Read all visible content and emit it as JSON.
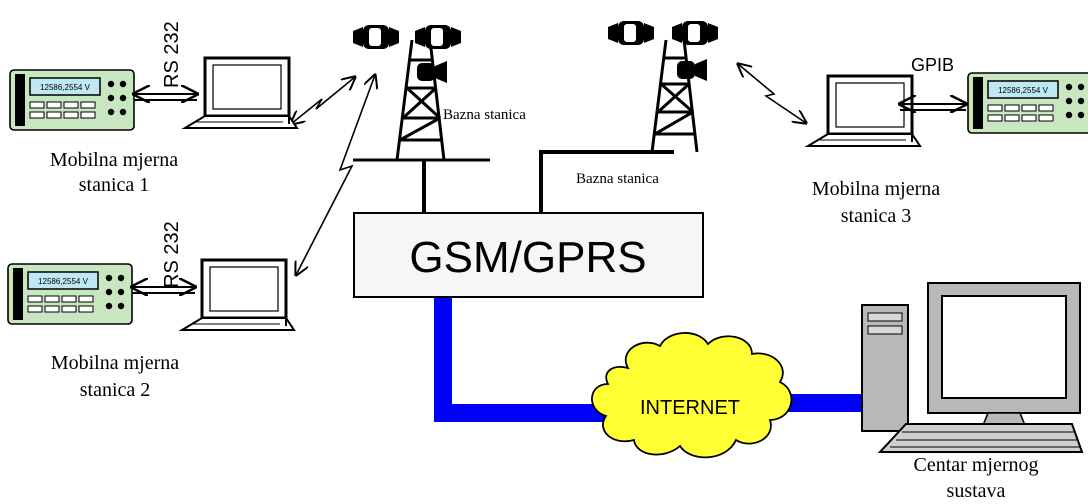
{
  "hub": {
    "label": "GSM/GPRS"
  },
  "internet": {
    "label": "INTERNET"
  },
  "towers": [
    {
      "label": "Bazna stanica"
    },
    {
      "label": "Bazna stanica"
    }
  ],
  "stations": [
    {
      "line1": "Mobilna mjerna",
      "line2": "stanica 1",
      "link": "RS 232",
      "meter_reading": "12586,2554 V"
    },
    {
      "line1": "Mobilna mjerna",
      "line2": "stanica 2",
      "link": "RS 232",
      "meter_reading": "12586,2554 V"
    },
    {
      "line1": "Mobilna mjerna",
      "line2": "stanica 3",
      "link": "GPIB",
      "meter_reading": "12586,2554 V"
    }
  ],
  "center": {
    "line1": "Centar mjernog",
    "line2": "sustava"
  },
  "colors": {
    "network_link": "#0000ff",
    "cloud_fill": "#ffff33",
    "meter_body": "#c8e6c0",
    "meter_display": "#bfe8f5",
    "hub_fill": "#f6f6f6"
  }
}
